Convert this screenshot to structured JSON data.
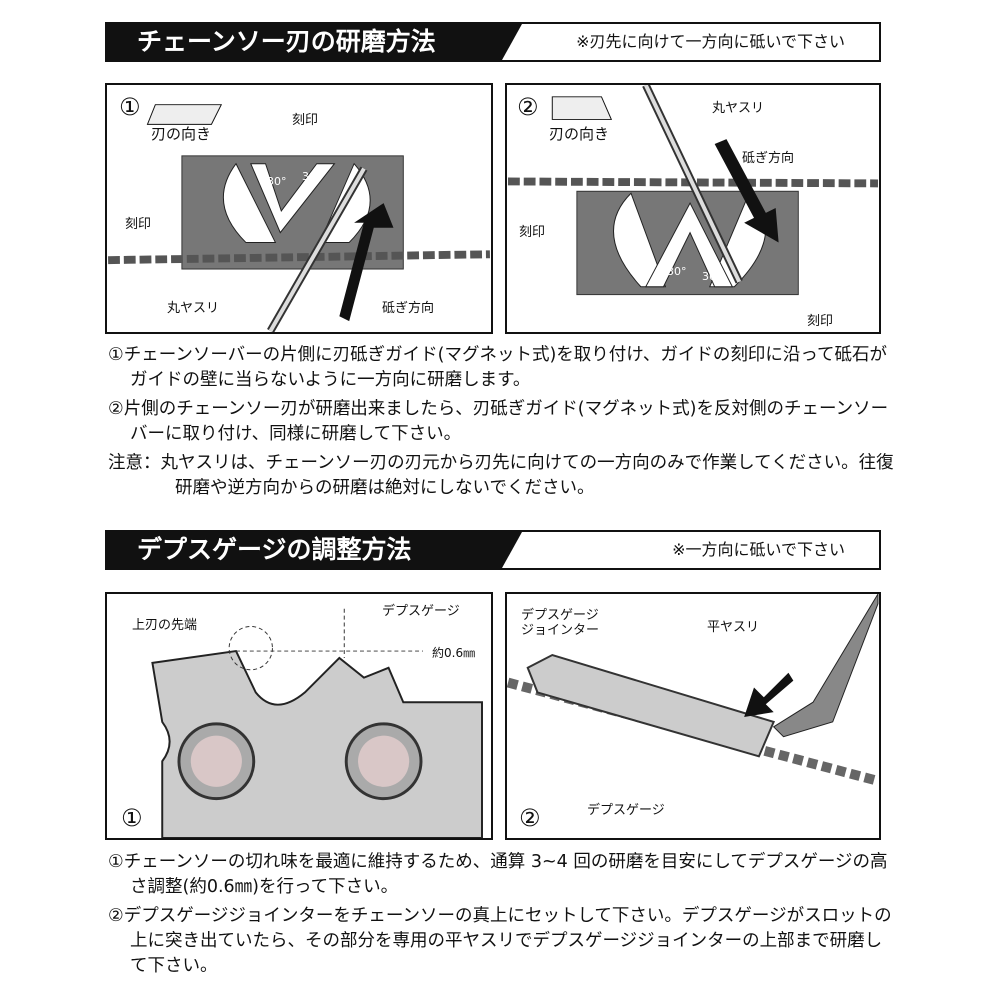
{
  "section1": {
    "title": "チェーンソー刃の研磨方法",
    "note": "※刃先に向けて一方向に砥いで下さい",
    "panel1": {
      "num": "①",
      "blade_dir": "刃の向き",
      "mark_top": "刻印",
      "mark_left": "刻印",
      "file": "丸ヤスリ",
      "direction": "砥ぎ方向",
      "angle1": "30°",
      "angle2": "30°"
    },
    "panel2": {
      "num": "②",
      "blade_dir": "刃の向き",
      "file": "丸ヤスリ",
      "direction": "砥ぎ方向",
      "mark_left": "刻印",
      "mark_bottom": "刻印",
      "angle1": "30°",
      "angle2": "30°"
    },
    "steps": [
      "①チェーンソーバーの片側に刃砥ぎガイド(マグネット式)を取り付け、ガイドの刻印に沿って砥石がガイドの壁に当らないように一方向に研磨します。",
      "②片側のチェーンソー刃が研磨出来ましたら、刃砥ぎガイド(マグネット式)を反対側のチェーンソーバーに取り付け、同様に研磨して下さい。"
    ],
    "caution": "注意：丸ヤスリは、チェーンソー刃の刃元から刃先に向けての一方向のみで作業してください。往復研磨や逆方向からの研磨は絶対にしないでください。"
  },
  "section2": {
    "title": "デプスゲージの調整方法",
    "note": "※一方向に砥いで下さい",
    "panel1": {
      "num": "①",
      "cutter_tip": "上刃の先端",
      "depth_gauge": "デプスゲージ",
      "approx": "約0.6㎜"
    },
    "panel2": {
      "num": "②",
      "jointer": "デプスゲージジョインター",
      "flat_file": "平ヤスリ",
      "depth_gauge": "デプスゲージ"
    },
    "steps": [
      "①チェーンソーの切れ味を最適に維持するため、通算 3~4 回の研磨を目安にしてデプスゲージの高さ調整(約0.6㎜)を行って下さい。",
      "②デプスゲージジョインターをチェーンソーの真上にセットして下さい。デプスゲージがスロットの上に突き出ていたら、その部分を専用の平ヤスリでデプスゲージジョインターの上部まで研磨して下さい。"
    ]
  }
}
